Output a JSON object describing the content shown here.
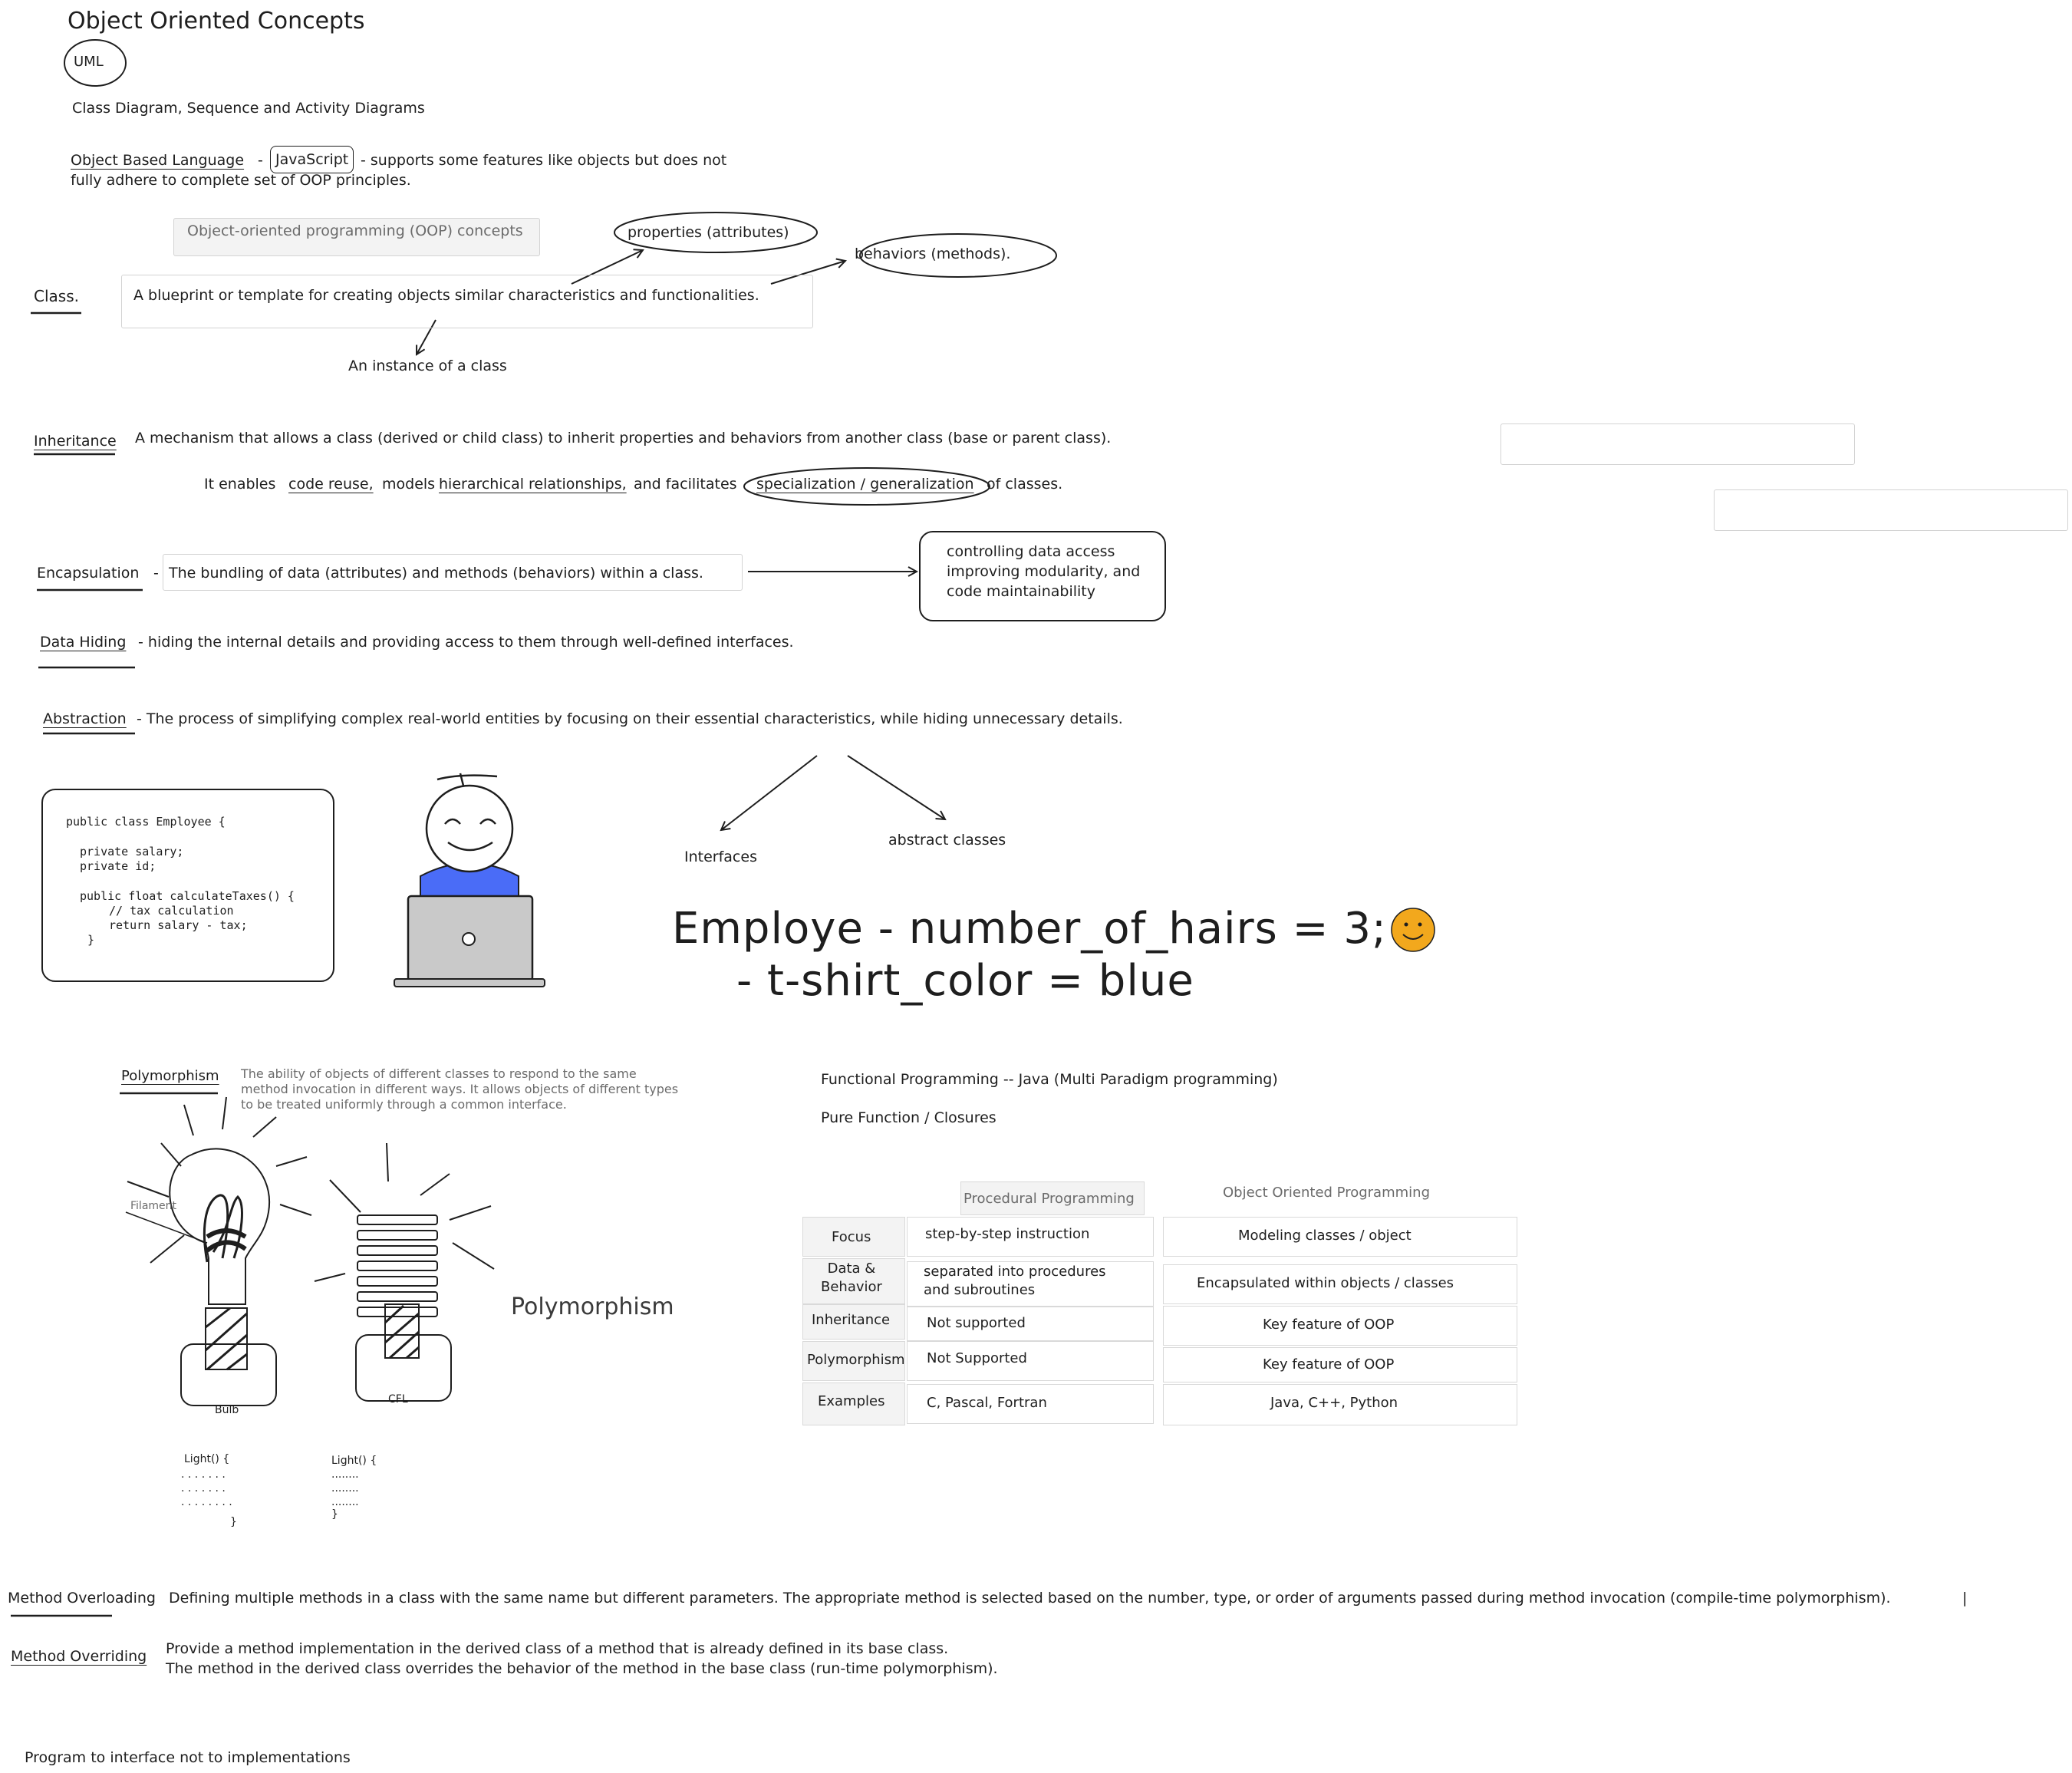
{
  "title": "Object Oriented Concepts",
  "uml_label": "UML",
  "uml_text": "Class Diagram, Sequence and Activity Diagrams",
  "obl": {
    "term": "Object Based Language",
    "dash": "-",
    "js": "JavaScript",
    "rest1": "- supports some features like objects but does not",
    "rest2": "fully adhere to complete set of OOP principles."
  },
  "oop_concepts_box": "Object-oriented programming (OOP) concepts",
  "properties": "properties (attributes)",
  "behaviors": "behaviors (methods).",
  "class_term": "Class.",
  "class_def": "A blueprint or template for creating objects similar characteristics and functionalities.",
  "instance": "An instance of a class",
  "inheritance": {
    "term": "Inheritance",
    "def": "A mechanism that allows a class (derived or child class) to inherit properties and behaviors from another class (base or parent class).",
    "l2_a": "It enables",
    "l2_b": "code reuse,",
    "l2_c": "models",
    "l2_d": "hierarchical relationships,",
    "l2_e": "and facilitates",
    "l2_f": "specialization / generalization",
    "l2_g": "of classes."
  },
  "encapsulation": {
    "term": "Encapsulation",
    "dash": "-",
    "def": "The bundling of data (attributes) and methods (behaviors) within a class.",
    "note1": "controlling data access",
    "note2": "improving modularity, and",
    "note3": "code maintainability"
  },
  "data_hiding": {
    "term": "Data Hiding",
    "def": "- hiding the internal details and providing access to them through well-defined interfaces."
  },
  "abstraction": {
    "term": "Abstraction",
    "def": "- The process of simplifying complex real-world entities by focusing on their essential characteristics, while hiding unnecessary details.",
    "interfaces": "Interfaces",
    "abstract_classes": "abstract classes"
  },
  "code": {
    "l1": "public class Employee {",
    "l2": "private salary;",
    "l3": "private id;",
    "l4": "public float calculateTaxes() {",
    "l5": "// tax calculation",
    "l6": "return salary - tax;",
    "l7": "}"
  },
  "employee_line1": "Employe - number_of_hairs = 3;",
  "employee_line2": "- t-shirt_color = blue",
  "polymorphism": {
    "term": "Polymorphism",
    "def1": "The ability of objects of different classes to respond to the same",
    "def2": "method invocation in different ways. It allows objects of different types",
    "def3": "to be treated uniformly through a common interface.",
    "big_label": "Polymorphism",
    "filament": "Filament",
    "bulb": "Bulb",
    "cfl": "CFL",
    "light1": "Light()  {",
    "dots1": ". . . . . . .",
    "dots2": ". . . . . . .",
    "dots3": ". . . . . . . .",
    "close1": "}",
    "light2": "Light() {",
    "dots4": "........",
    "dots5": "........",
    "dots6": "........",
    "close2": "}"
  },
  "functional": "Functional Programming -- Java (Multi Paradigm programming)",
  "pure": "Pure Function / Closures",
  "table": {
    "col1": "Procedural Programming",
    "col2": "Object Oriented Programming",
    "rows": [
      {
        "label": "Focus",
        "proc": "step-by-step instruction",
        "oop": "Modeling classes / object"
      },
      {
        "label": "Data &\nBehavior",
        "proc": "separated into procedures\nand subroutines",
        "oop": "Encapsulated within objects / classes"
      },
      {
        "label": "Inheritance",
        "proc": "Not supported",
        "oop": "Key feature of OOP"
      },
      {
        "label": "Polymorphism",
        "proc": "Not Supported",
        "oop": "Key feature of OOP"
      },
      {
        "label": "Examples",
        "proc": "C, Pascal, Fortran",
        "oop": "Java, C++, Python"
      }
    ]
  },
  "overloading": {
    "term": "Method Overloading",
    "def": "Defining multiple methods in a class with the same name but different parameters. The appropriate method is selected based on the number, type, or order of arguments passed during method invocation (compile-time polymorphism)."
  },
  "overriding": {
    "term": "Method Overriding",
    "def1": "Provide a method implementation in the derived class of a method that is already defined in its base class.",
    "def2": "The method in the derived class overrides the behavior of the method in the base class (run-time polymorphism)."
  },
  "program_to_interface": "Program to interface not to implementations",
  "colors": {
    "ink": "#1e1e1e",
    "person_shirt": "#4a6cf7",
    "laptop": "#c9c9c9",
    "smiley": "#f2a81d",
    "table_header": "#f3f3f3"
  },
  "icons": [
    "smiley-face-icon",
    "person-at-laptop-illustration",
    "light-bulb-illustration",
    "cfl-bulb-illustration"
  ]
}
